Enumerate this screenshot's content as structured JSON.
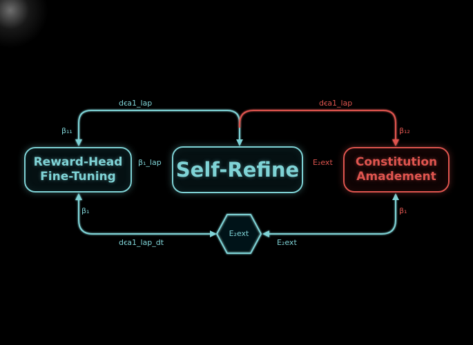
{
  "diagram": {
    "colors": {
      "background": "#000000",
      "teal": "#7fd3d6",
      "red": "#e0554f"
    },
    "nodes": {
      "reward_head": {
        "line1": "Reward-Head",
        "line2": "Fine-Tuning",
        "color": "teal"
      },
      "self_refine": {
        "label": "Self-Refine",
        "color": "teal"
      },
      "constitution": {
        "line1": "Constitution",
        "line2": "Amadement",
        "color": "red"
      },
      "hexagon": {
        "label": "E₂ext",
        "color": "teal",
        "shape": "hexagon"
      }
    },
    "edge_labels": {
      "top_left_arc": "dꞓa1_lap",
      "top_right_arc": "dꞓa1_lap",
      "beta_11": "β₁₁",
      "beta_12": "β₁₂",
      "reward_to_self": "β₁_lap",
      "self_to_constitution": "E₂ext",
      "bottom_left_beta": "β₁",
      "bottom_left_path": "dꞓa1_lap_dt",
      "bottom_right_beta": "β₁",
      "bottom_right_path": "E₂ext"
    }
  }
}
